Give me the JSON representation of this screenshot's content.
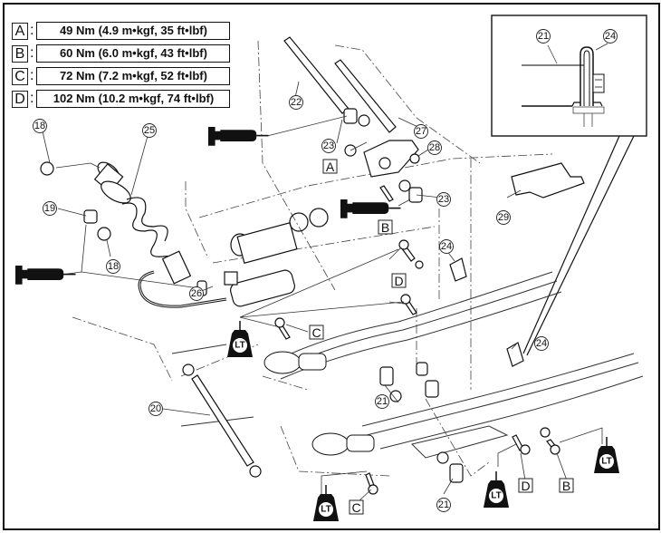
{
  "torque_specs": [
    {
      "key": "A",
      "value": "49 Nm (4.9 m•kgf, 35 ft•lbf)"
    },
    {
      "key": "B",
      "value": "60 Nm (6.0 m•kgf, 43 ft•lbf)"
    },
    {
      "key": "C",
      "value": "72 Nm (7.2 m•kgf, 52 ft•lbf)"
    },
    {
      "key": "D",
      "value": "102 Nm (10.2 m•kgf, 74 ft•lbf)"
    }
  ],
  "colon": ":",
  "part_callouts": {
    "p18a": "18",
    "p18b": "18",
    "p19": "19",
    "p20": "20",
    "p21a": "21",
    "p21b": "21",
    "p21c": "21",
    "p22": "22",
    "p23a": "23",
    "p23b": "23",
    "p24a": "24",
    "p24b": "24",
    "p24c": "24",
    "p25": "25",
    "p26": "26",
    "p27": "27",
    "p28": "28",
    "p29": "29"
  },
  "torque_labels": {
    "A1": "A",
    "B1": "B",
    "B2": "B",
    "C1": "C",
    "C2": "C",
    "D1": "D",
    "D2": "D"
  },
  "locktite_label": "LT",
  "icons": {
    "grease_gun": "grease-gun-icon",
    "locktite": "locktite-bottle-icon"
  }
}
